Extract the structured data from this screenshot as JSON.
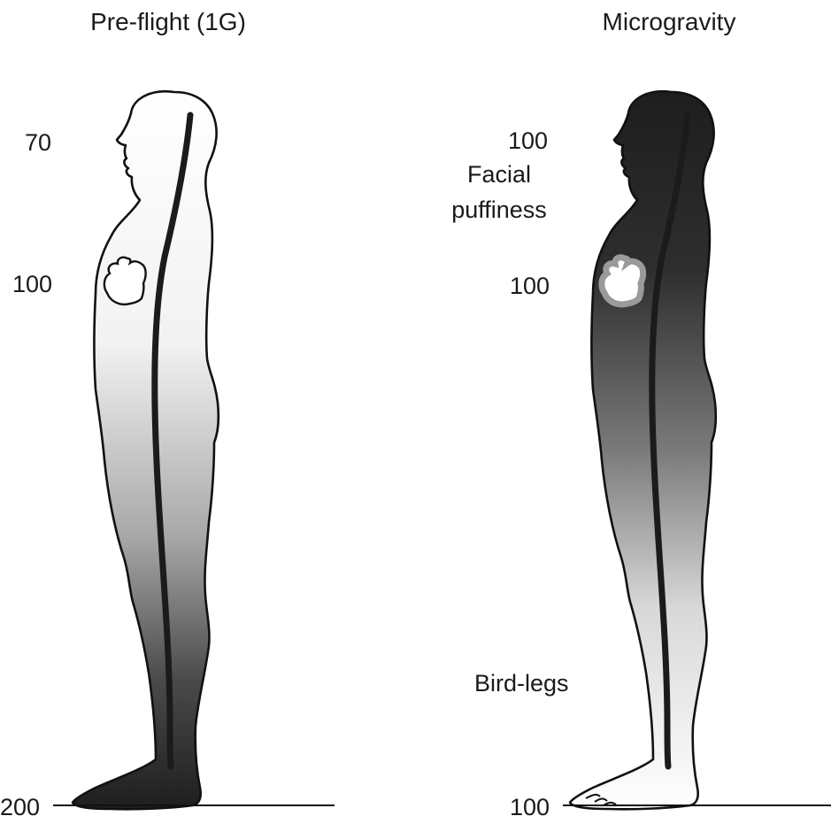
{
  "panels": {
    "preflight": {
      "title": "Pre-flight (1G)",
      "pressure_head": "70",
      "pressure_heart": "100",
      "pressure_feet": "200",
      "gradient": {
        "top": "#ffffff",
        "bottom": "#1e1e1e"
      }
    },
    "microgravity": {
      "title": "Microgravity",
      "pressure_head": "100",
      "pressure_heart": "100",
      "pressure_feet": "100",
      "annotation_face": [
        "Facial",
        "puffiness"
      ],
      "annotation_legs": "Bird-legs",
      "gradient": {
        "top": "#1e1e1e",
        "bottom": "#ffffff"
      }
    }
  }
}
